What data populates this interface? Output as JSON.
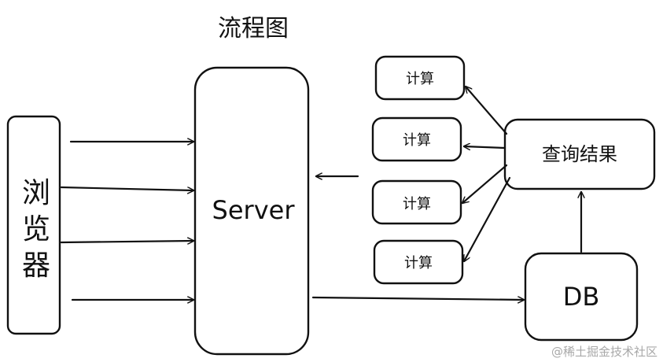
{
  "title": "流程图",
  "nodes": {
    "browser": {
      "chars": [
        "浏",
        "览",
        "器"
      ]
    },
    "server": {
      "label": "Server"
    },
    "calc": [
      {
        "label": "计算"
      },
      {
        "label": "计算"
      },
      {
        "label": "计算"
      },
      {
        "label": "计算"
      }
    ],
    "result": {
      "label": "查询结果"
    },
    "db": {
      "label": "DB"
    }
  },
  "watermark": "@稀土掘金技术社区"
}
